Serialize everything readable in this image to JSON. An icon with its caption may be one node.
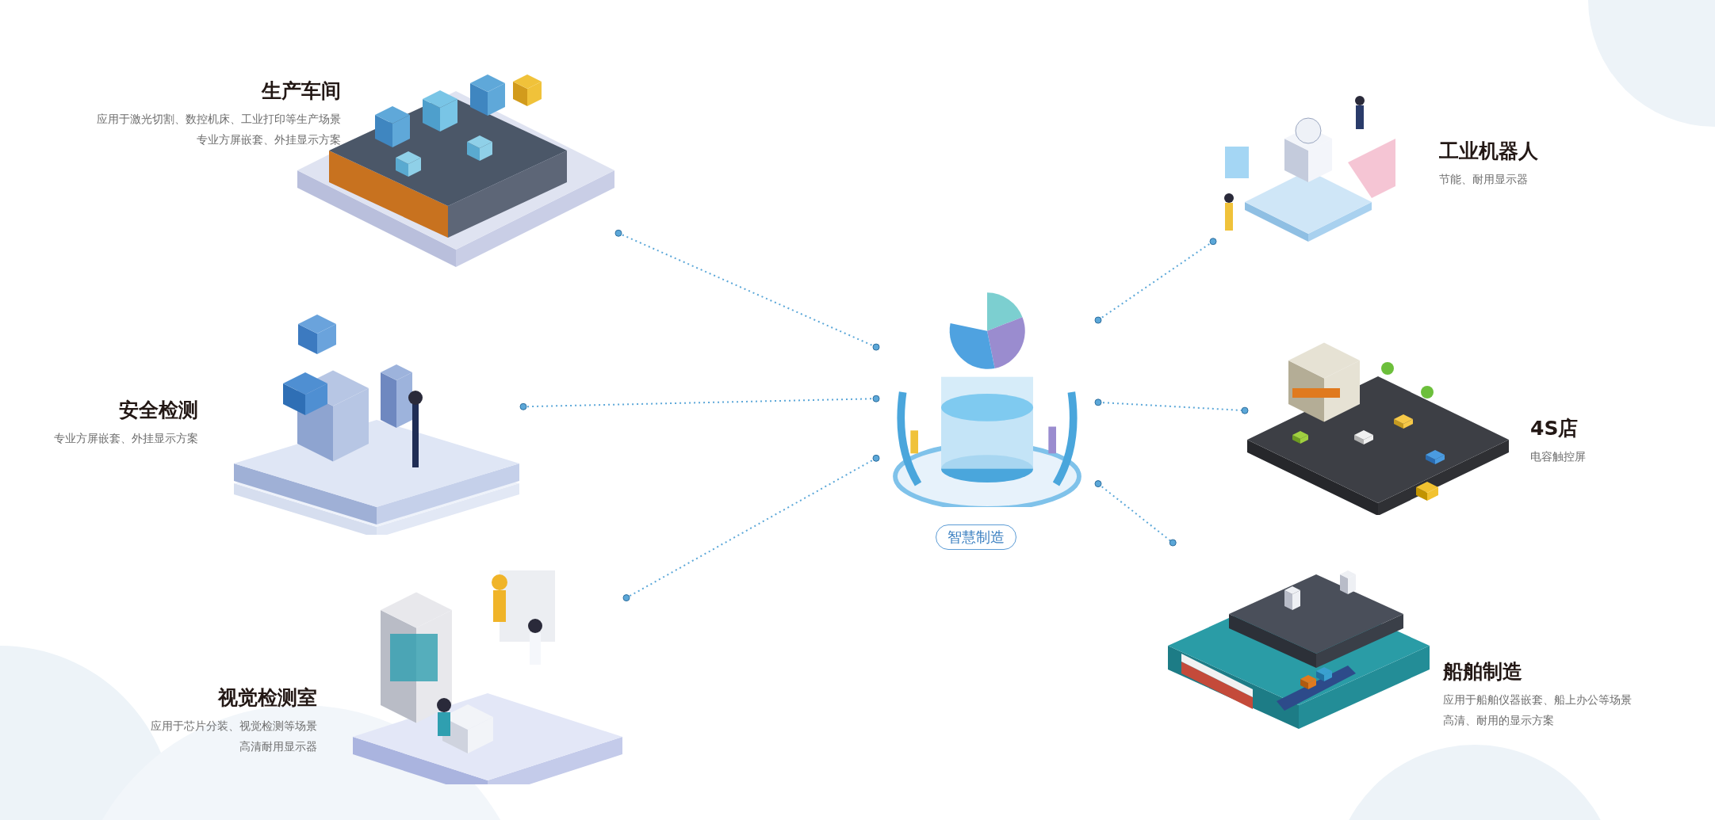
{
  "diagram": {
    "nodes": [
      {
        "text": [
          "智慧制造"
        ]
      },
      {
        "text": [
          "生产车间",
          "应用于激光切割、数控机床、工业打印等生产场景",
          "专业方屏嵌套、外挂显示方案"
        ]
      },
      {
        "text": [
          "安全检测",
          "专业方屏嵌套、外挂显示方案"
        ]
      },
      {
        "text": [
          "视觉检测室",
          "应用于芯片分装、视觉检测等场景",
          "高清耐用显示器"
        ]
      },
      {
        "text": [
          "工业机器人",
          "节能、耐用显示器"
        ]
      },
      {
        "text": [
          "4S店",
          "电容触控屏"
        ]
      },
      {
        "text": [
          "船舶制造",
          "应用于船舶仪器嵌套、船上办公等场景",
          "高清、耐用的显示方案"
        ]
      }
    ],
    "edges": [
      {
        "from": 0,
        "to": 1,
        "arrow": "other",
        "style": "dashed"
      },
      {
        "from": 0,
        "to": 2,
        "arrow": "other",
        "style": "dashed"
      },
      {
        "from": 0,
        "to": 3,
        "arrow": "other",
        "style": "dashed"
      },
      {
        "from": 0,
        "to": 4,
        "arrow": "other",
        "style": "dashed"
      },
      {
        "from": 0,
        "to": 5,
        "arrow": "other",
        "style": "dashed"
      },
      {
        "from": 0,
        "to": 6,
        "arrow": "other",
        "style": "dashed"
      }
    ]
  }
}
